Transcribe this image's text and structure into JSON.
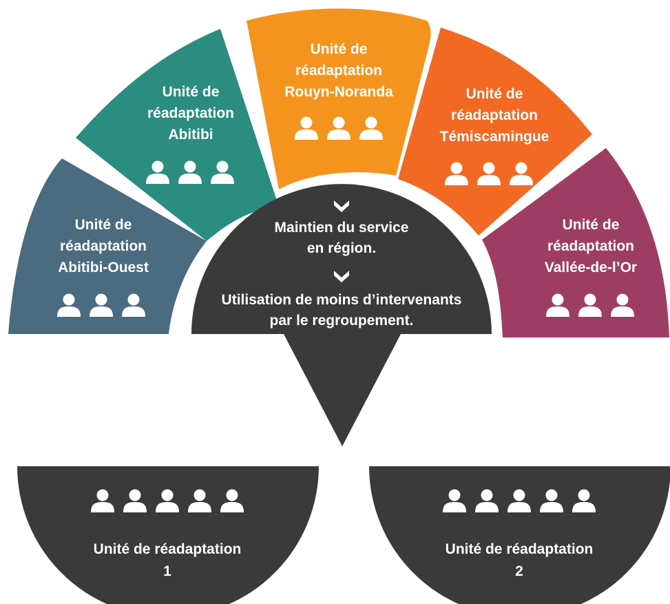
{
  "colors": {
    "abitibi_ouest": "#4a6b80",
    "abitibi": "#2b8c80",
    "rouyn_noranda": "#f4941f",
    "temiscamingue": "#f26924",
    "vallee_de_lor": "#9e3d63",
    "dark": "#3a3a3a",
    "text": "#ffffff"
  },
  "icons": {
    "person": "person-icon",
    "chevron": "chevron-down-icon"
  },
  "segments": [
    {
      "id": "abitibi-ouest",
      "lines": [
        "Unité de",
        "réadaptation",
        "Abitibi-Ouest"
      ],
      "people": 3
    },
    {
      "id": "abitibi",
      "lines": [
        "Unité de",
        "réadaptation",
        "Abitibi"
      ],
      "people": 3
    },
    {
      "id": "rouyn-noranda",
      "lines": [
        "Unité de",
        "réadaptation",
        "Rouyn-Noranda"
      ],
      "people": 3
    },
    {
      "id": "temiscamingue",
      "lines": [
        "Unité de",
        "réadaptation",
        "Témiscamingue"
      ],
      "people": 3
    },
    {
      "id": "vallee-de-lor",
      "lines": [
        "Unité de",
        "réadaptation",
        "Vallée-de-l’Or"
      ],
      "people": 3
    }
  ],
  "center": {
    "point1": [
      "Maintien du service",
      "en région."
    ],
    "point2": [
      "Utilisation de moins d’intervenants",
      "par le regroupement."
    ]
  },
  "bottom_units": [
    {
      "lines": [
        "Unité de réadaptation",
        "1"
      ],
      "people": 5
    },
    {
      "lines": [
        "Unité de réadaptation",
        "2"
      ],
      "people": 5
    }
  ]
}
